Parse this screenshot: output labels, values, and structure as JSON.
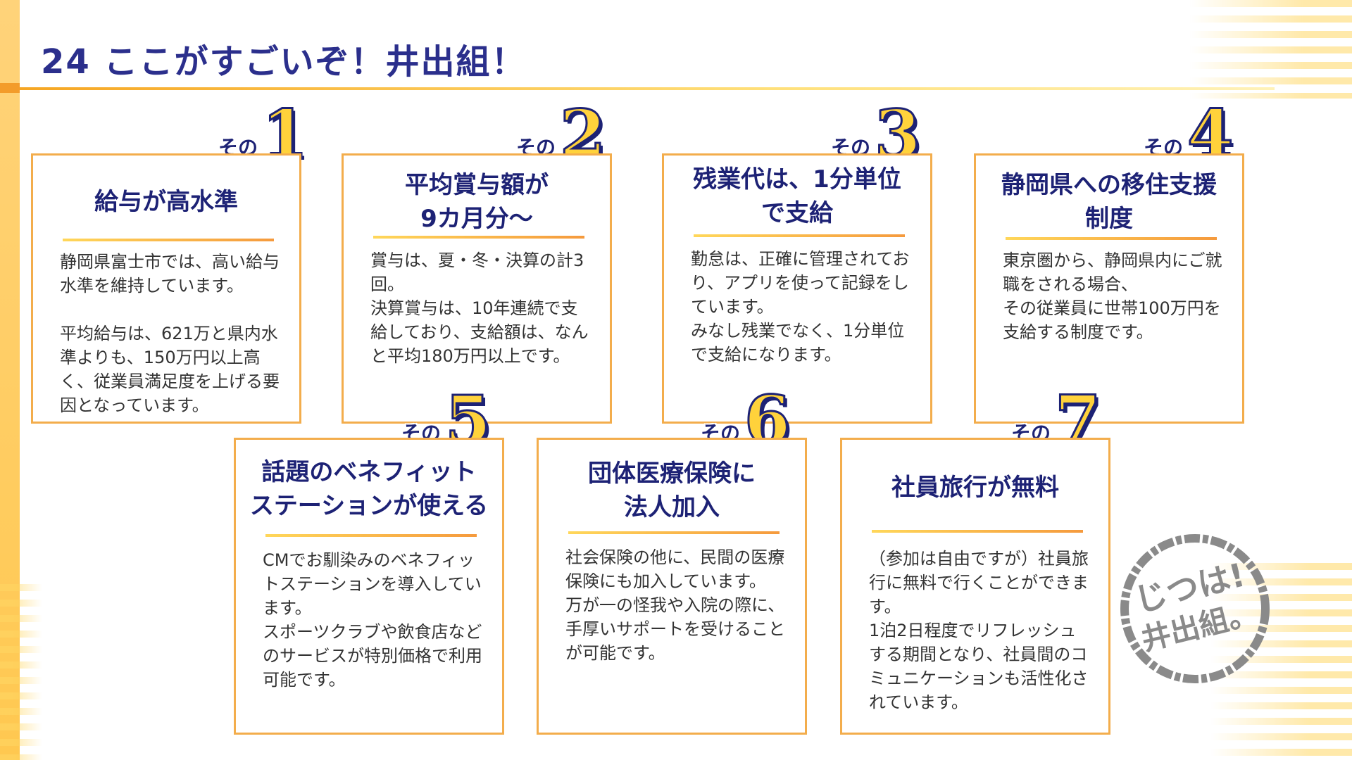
{
  "title": "24 ここがすごいぞ！井出組！",
  "sono_label": "その",
  "stamp": {
    "line1": "じつは!",
    "line2": "井出組。"
  },
  "cards": [
    {
      "number": "1",
      "heading": "給与が高水準",
      "body": "静岡県富士市では、高い給与水準を維持しています。\n\n平均給与は、621万と県内水準よりも、150万円以上高く、従業員満足度を上げる要因となっています。"
    },
    {
      "number": "2",
      "heading": "平均賞与額が\n9カ月分〜",
      "body": "賞与は、夏・冬・決算の計3回。\n決算賞与は、10年連続で支給しており、支給額は、なんと平均180万円以上です。"
    },
    {
      "number": "3",
      "heading": "残業代は、1分単位\nで支給",
      "body": "勤怠は、正確に管理されており、アプリを使って記録をしています。\nみなし残業でなく、1分単位で支給になります。"
    },
    {
      "number": "4",
      "heading": "静岡県への移住支援\n制度",
      "body": "東京圏から、静岡県内にご就職をされる場合、\nその従業員に世帯100万円を支給する制度です。"
    },
    {
      "number": "5",
      "heading": "話題のベネフィット\nステーションが使える",
      "body": "CMでお馴染みのベネフィットステーションを導入しています。\nスポーツクラブや飲食店などのサービスが特別価格で利用可能です。"
    },
    {
      "number": "6",
      "heading": "団体医療保険に\n法人加入",
      "body": "社会保険の他に、民間の医療保険にも加入しています。\n万が一の怪我や入院の際に、手厚いサポートを受けることが可能です。"
    },
    {
      "number": "7",
      "heading": "社員旅行が無料",
      "body": "（参加は自由ですが）社員旅行に無料で行くことができます。\n1泊2日程度でリフレッシュする期間となり、社員間のコミュニケーションも活性化されています。"
    }
  ]
}
